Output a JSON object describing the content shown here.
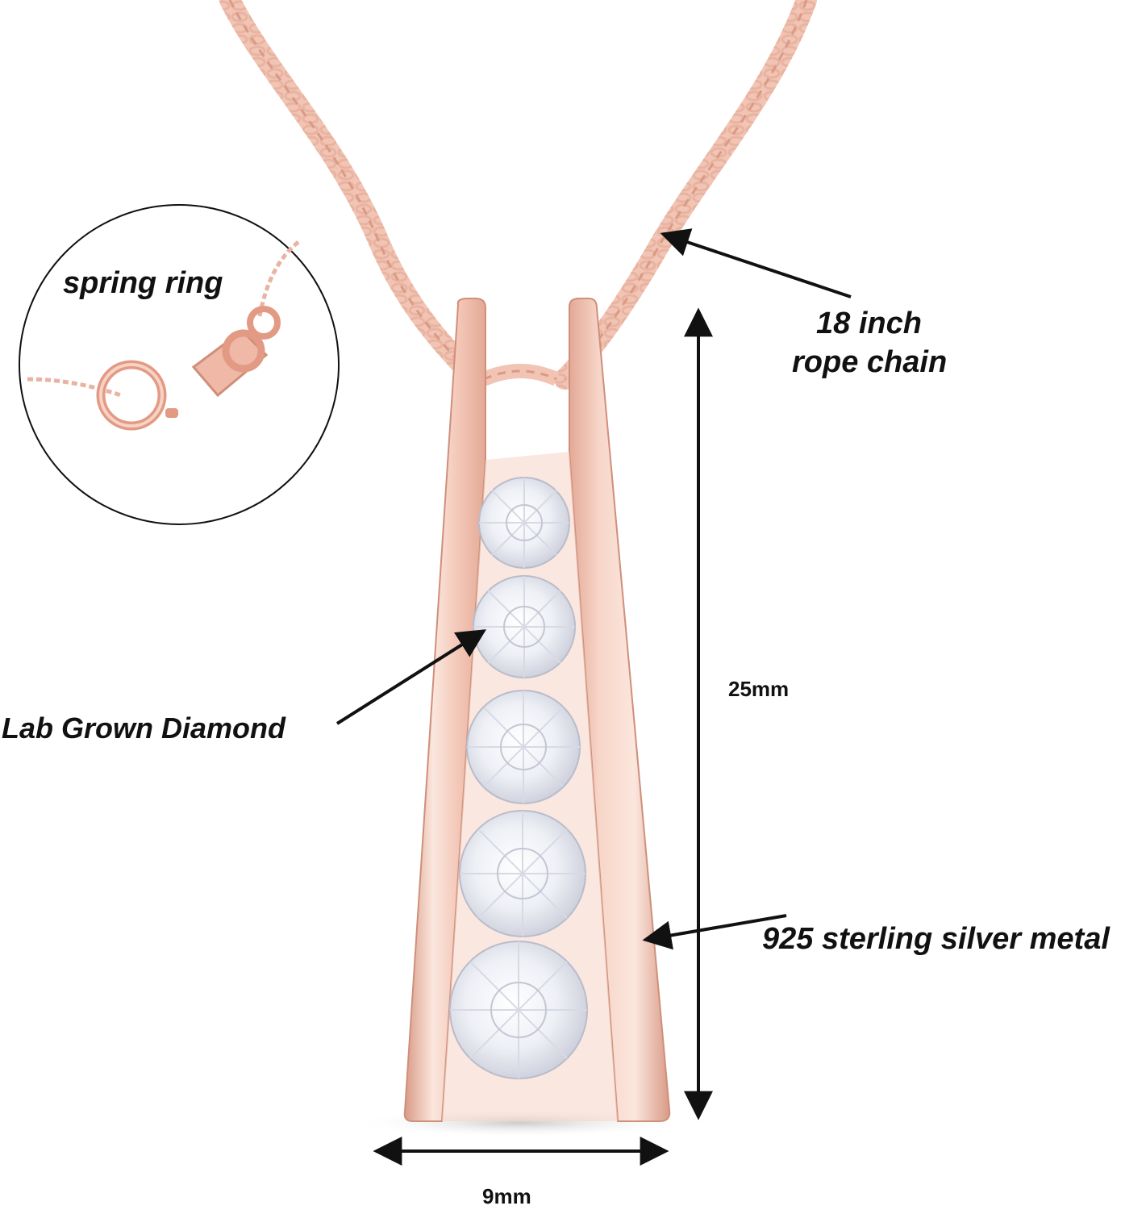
{
  "labels": {
    "spring_ring": "spring ring",
    "chain_line1": "18 inch",
    "chain_line2": "rope chain",
    "stone": "Lab Grown Diamond",
    "metal": "925 sterling silver metal",
    "height": "25mm",
    "width": "9mm"
  },
  "colors": {
    "rose_gold": "#f2c4b4",
    "rose_gold_dark": "#d99a86",
    "rose_gold_light": "#fbe6dd",
    "annotation": "#111111"
  }
}
